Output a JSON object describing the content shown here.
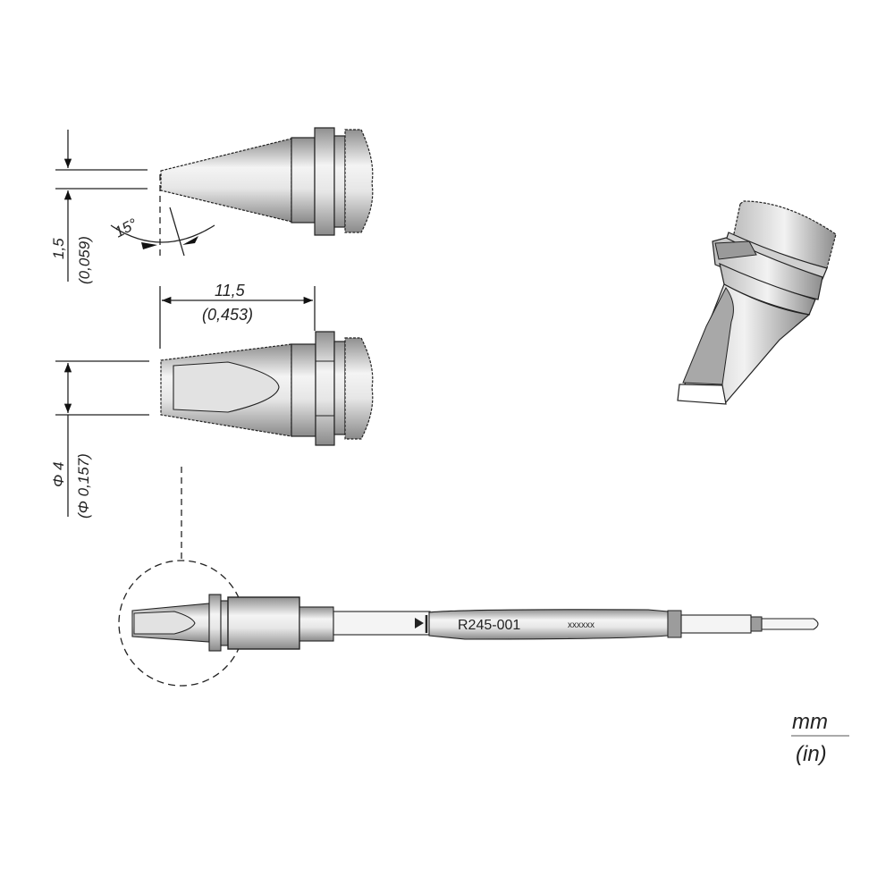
{
  "drawing": {
    "part_number": "R245-001",
    "serial_placeholder": "xxxxxx",
    "units": {
      "primary": "mm",
      "secondary": "(in)"
    }
  },
  "dimensions": {
    "tip_width": {
      "mm": "1,5",
      "in": "(0,059)"
    },
    "angle": {
      "value": "15°"
    },
    "length": {
      "mm": "11,5",
      "in": "(0,453)"
    },
    "diameter": {
      "mm": "Φ 4",
      "in": "(Φ 0,157)"
    }
  },
  "colors": {
    "line": "#222222",
    "metal_light": "#f2f2f2",
    "metal_mid": "#c8c8c8",
    "metal_dark": "#8a8a8a",
    "flat_face": "#d8d8d8"
  }
}
